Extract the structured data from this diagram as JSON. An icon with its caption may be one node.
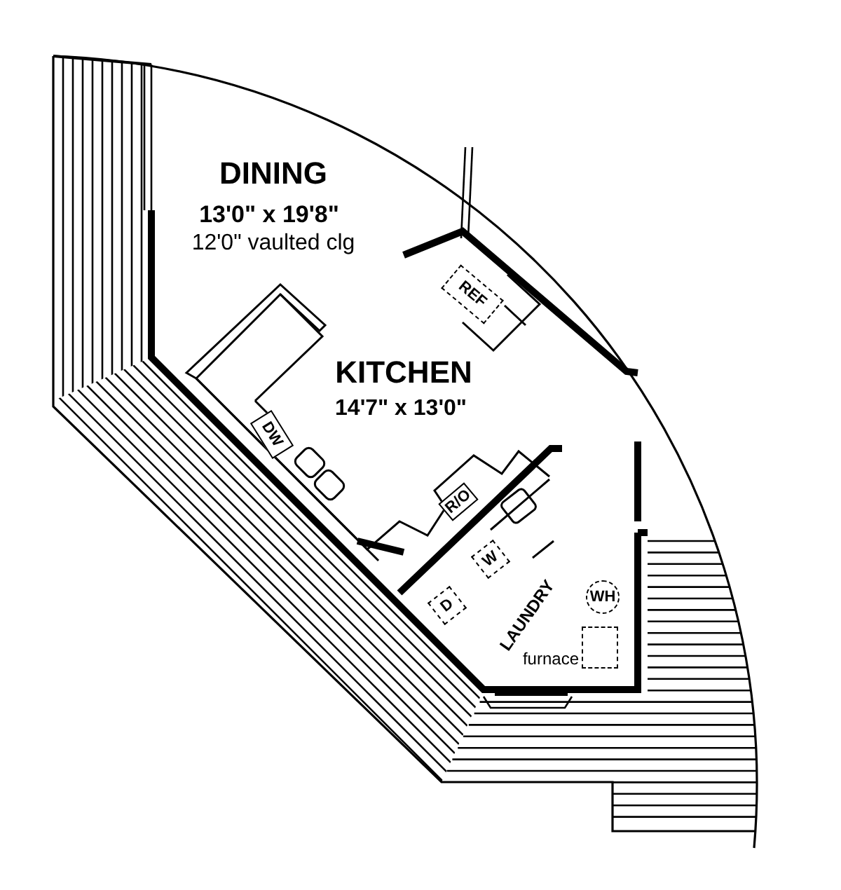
{
  "diagram": {
    "nodes": [
      {
        "text": [
          "REF"
        ]
      },
      {
        "text": [
          "DW"
        ]
      },
      {
        "text": [
          "R/O"
        ]
      },
      {
        "text": [
          "W"
        ]
      },
      {
        "text": [
          "D"
        ]
      },
      {
        "text": [
          "WH"
        ]
      },
      {
        "text": [],
        "shape": "box",
        "beside": [
          "furnace"
        ]
      }
    ],
    "labels": [
      "DINING",
      "13'0\" x 19'8\"",
      "12'0\" vaulted clg",
      "KITCHEN",
      "14'7\" x 13'0\"",
      "LAUNDRY"
    ]
  }
}
